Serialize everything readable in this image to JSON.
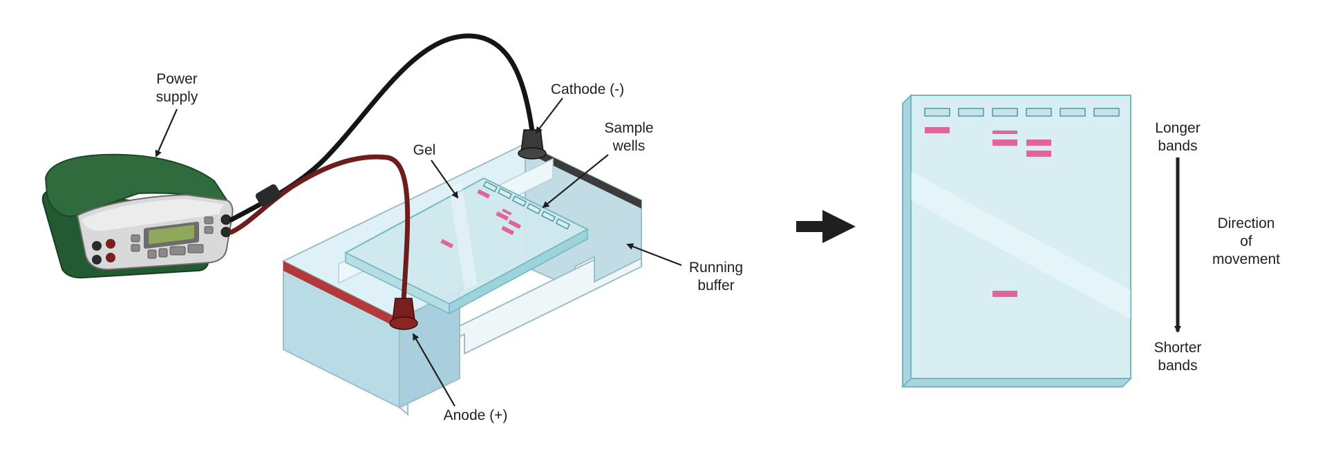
{
  "labels": {
    "power_supply": [
      "Power",
      "supply"
    ],
    "cathode": "Cathode (-)",
    "sample_wells": [
      "Sample",
      "wells"
    ],
    "gel": "Gel",
    "running_buffer": [
      "Running",
      "buffer"
    ],
    "anode": "Anode (+)",
    "longer_bands": [
      "Longer",
      "bands"
    ],
    "direction": [
      "Direction",
      "of",
      "movement"
    ],
    "shorter_bands": [
      "Shorter",
      "bands"
    ]
  },
  "colors": {
    "band": "#e0659c",
    "gel": "#d8eef2",
    "gel_edge": "#6fb8c2",
    "buffer": "#b9dbe6",
    "cathode_strip": "#3b3b3b",
    "anode_strip": "#b23a3a",
    "power_supply_case": "#2f6b3c",
    "wire_black": "#151515",
    "wire_red": "#6e1d1d"
  }
}
